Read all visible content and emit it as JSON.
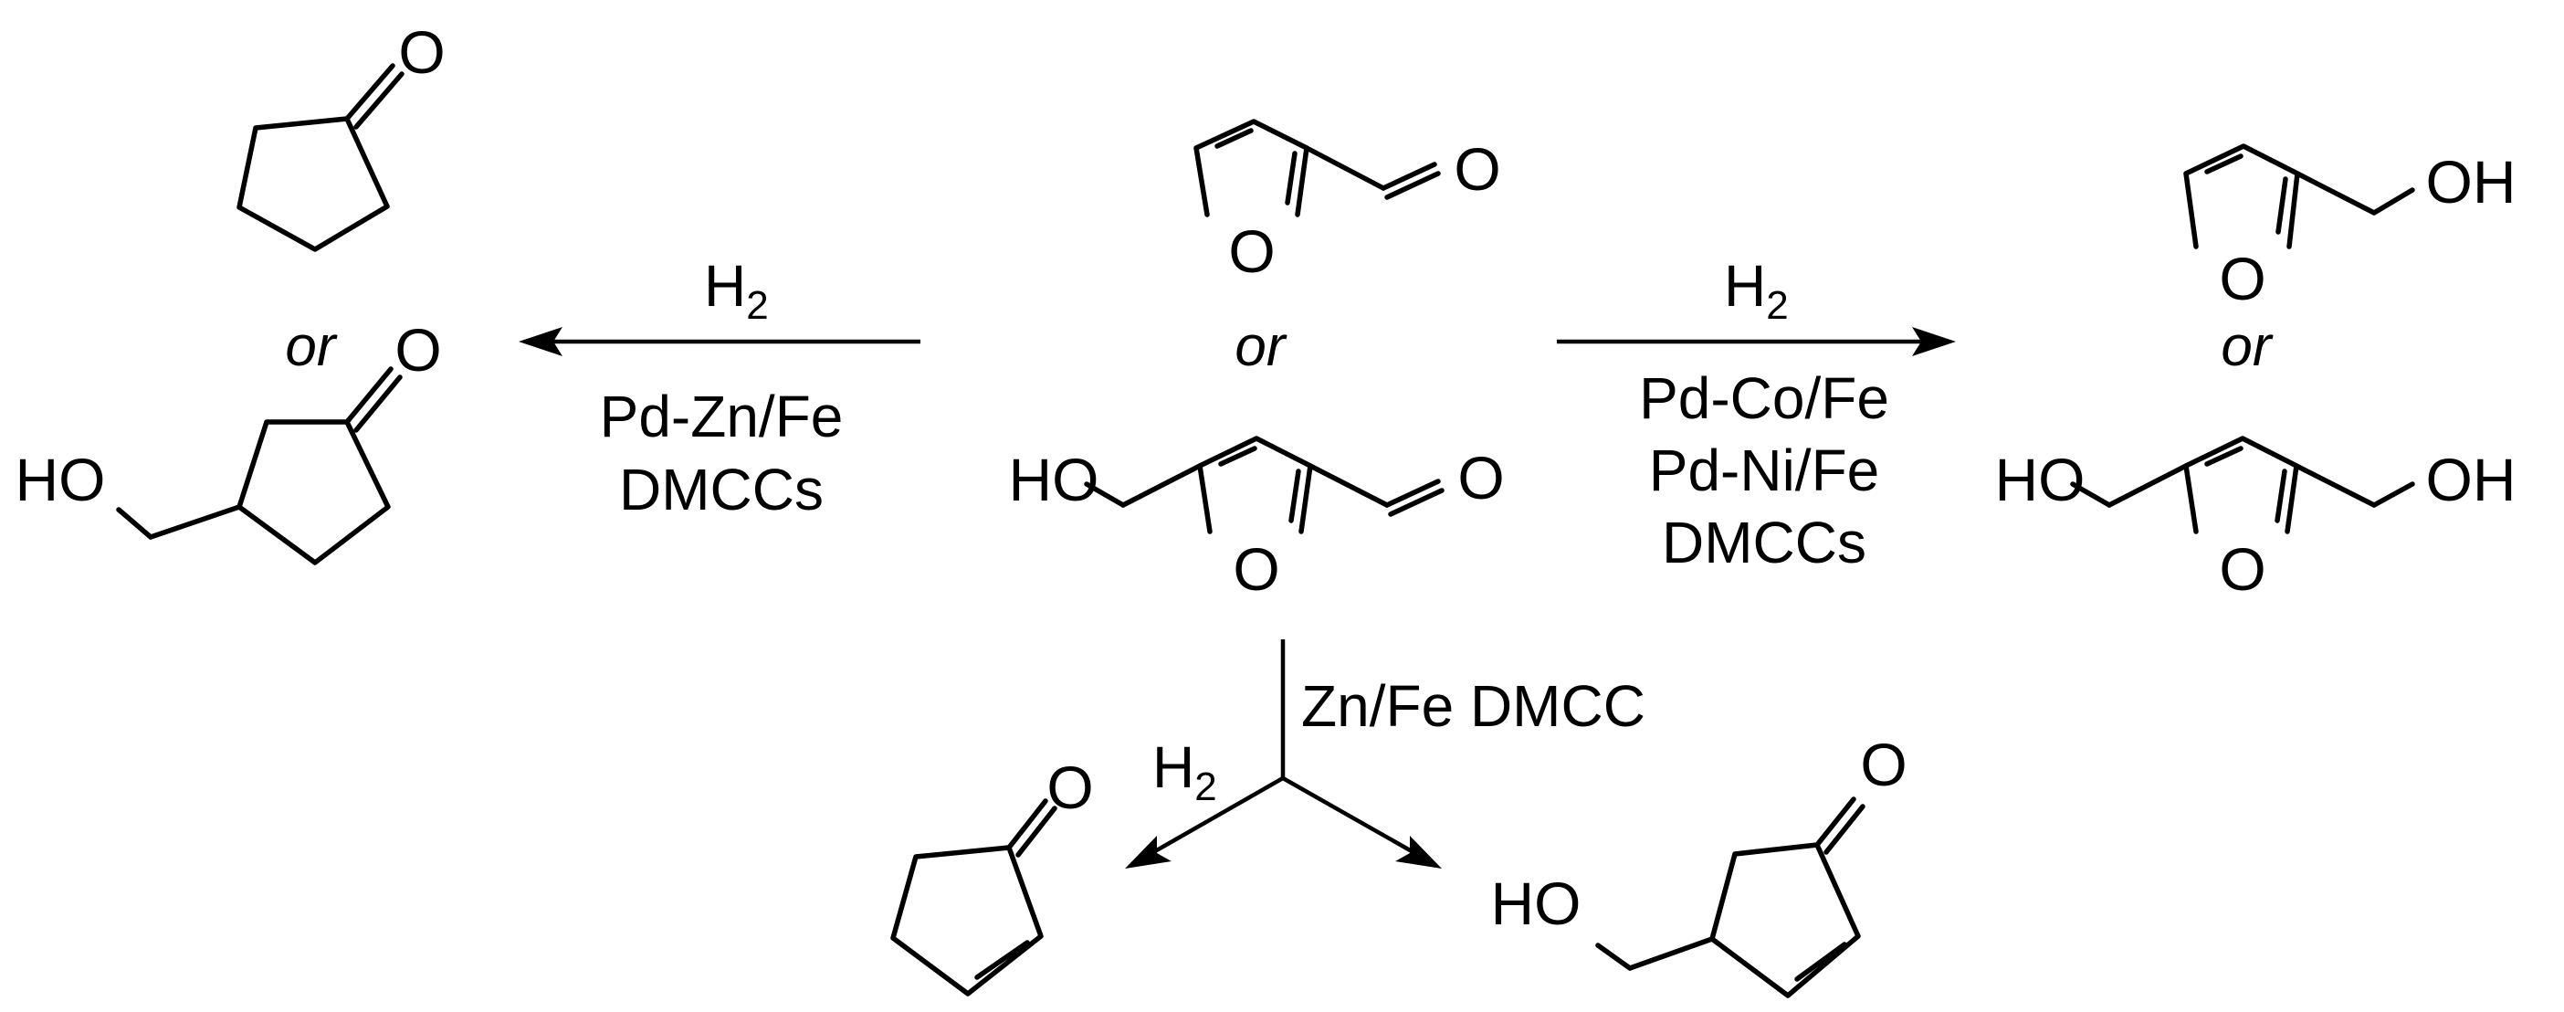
{
  "scheme": {
    "reactants": {
      "furfural": {
        "oxygen_ring": "O",
        "oxygen_carbonyl": "O"
      },
      "or_label": "or",
      "hmf": {
        "hydroxyl": "HO",
        "oxygen_ring": "O",
        "oxygen_carbonyl": "O"
      }
    },
    "left_arrow": {
      "reagent": "H",
      "reagent_subscript": "2",
      "catalyst_lines": [
        "Pd-Zn/Fe",
        "DMCCs"
      ]
    },
    "right_arrow": {
      "reagent": "H",
      "reagent_subscript": "2",
      "catalyst_lines": [
        "Pd-Co/Fe",
        "Pd-Ni/Fe",
        "DMCCs"
      ]
    },
    "bottom_arrow": {
      "catalyst": "Zn/Fe DMCC",
      "reagent": "H",
      "reagent_subscript": "2"
    },
    "left_products": {
      "cyclopentanone": {
        "oxygen": "O"
      },
      "or_label": "or",
      "hydroxymethyl_cyclopentanone": {
        "oxygen": "O",
        "hydroxyl": "HO"
      }
    },
    "right_products": {
      "furfuryl_alcohol": {
        "oxygen_ring": "O",
        "hydroxyl": "OH"
      },
      "or_label": "or",
      "bhmf": {
        "hydroxyl_left": "HO",
        "oxygen_ring": "O",
        "hydroxyl_right": "OH"
      }
    },
    "bottom_products": {
      "cyclopentenone": {
        "oxygen": "O"
      },
      "hydroxymethyl_cyclopentenone": {
        "hydroxyl": "HO",
        "oxygen": "O"
      }
    }
  }
}
